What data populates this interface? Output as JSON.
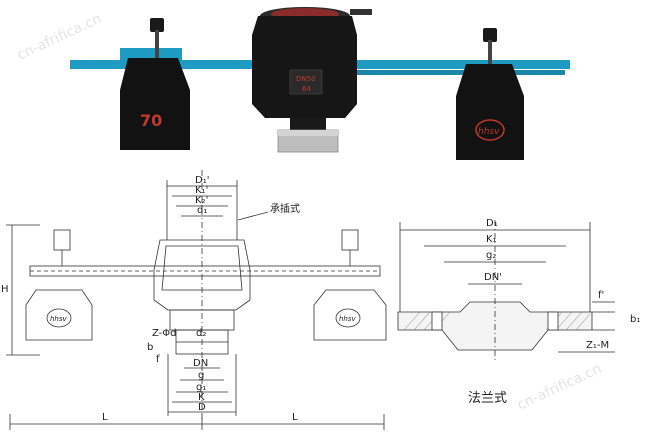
{
  "photo": {
    "weight_number": "70",
    "body_plate_top": "DN50",
    "body_plate_bottom": "64",
    "counterweight_logo": "hhsv",
    "watermark": "cn-afrifica.cn"
  },
  "drawing_left": {
    "dims_top": [
      "D₁'",
      "K₁'",
      "K₂'",
      "d₁"
    ],
    "callout_socket": "承插式",
    "dim_height": "H",
    "dims_side": [
      "Z-Φd",
      "d₂",
      "b",
      "f"
    ],
    "dims_bottom": [
      "DN",
      "g",
      "g₁",
      "K",
      "D"
    ],
    "span_left": "L",
    "span_right": "L",
    "weight_logo": "hhsv"
  },
  "drawing_right": {
    "dims": [
      "D₁",
      "K₁",
      "g₂",
      "DN'"
    ],
    "side_dims": [
      "f'",
      "b₁",
      "Z₁-M"
    ],
    "caption": "法兰式"
  },
  "colors": {
    "arm": "#1e9bc2",
    "body": "#141414",
    "line": "#333333",
    "flange": "#b8b8b8"
  }
}
